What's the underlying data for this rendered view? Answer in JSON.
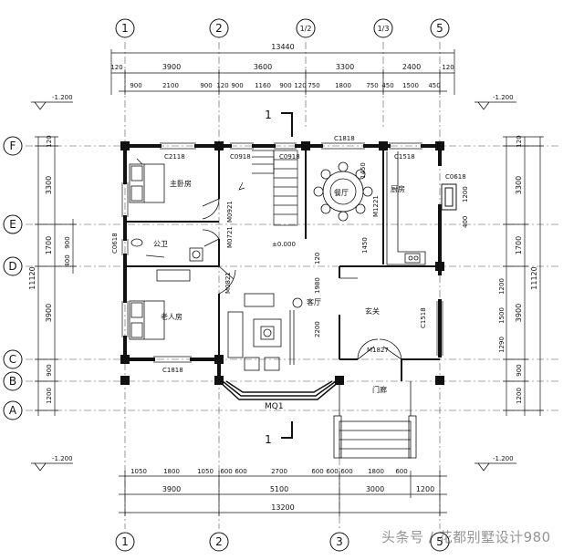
{
  "grid_top": [
    "1",
    "2",
    "1/2",
    "1/3",
    "5"
  ],
  "grid_bottom": [
    "1",
    "2",
    "3",
    "5"
  ],
  "grid_left": [
    "F",
    "E",
    "D",
    "C",
    "B",
    "A"
  ],
  "dims_top_total": "13440",
  "dims_top_main": [
    "120",
    "3900",
    "3600",
    "3300",
    "2400",
    "120"
  ],
  "dims_top_detail": [
    "900",
    "2100",
    "900",
    "120",
    "900",
    "1160",
    "900",
    "120",
    "750",
    "1800",
    "750",
    "450",
    "1500",
    "450"
  ],
  "dims_bottom_detail": [
    "1050",
    "1800",
    "1050",
    "600",
    "600",
    "2700",
    "600",
    "600",
    "600",
    "1800",
    "600"
  ],
  "dims_bottom_main": [
    "3900",
    "5100",
    "3000",
    "1200"
  ],
  "dims_bottom_total": "13200",
  "dims_left": [
    "120",
    "3300",
    "1700",
    "900",
    "400",
    "3900",
    "900",
    "1200"
  ],
  "dims_left_total": "11120",
  "dims_right": [
    "120",
    "3300",
    "400",
    "1200",
    "1700",
    "1200",
    "1500",
    "1290",
    "900",
    "1200"
  ],
  "dims_right_total": "11120",
  "level_left": "-1.200",
  "level_right": "-1.200",
  "level_bl": "-1.200",
  "level_br": "-1.200",
  "level_center": "±0.000",
  "section_mark": "1",
  "rooms": {
    "bedroom_top": "主卧房",
    "dining": "餐厅",
    "kitchen": "厨房",
    "toilet": "公卫",
    "elder_bedroom": "老人房",
    "living": "客厅",
    "foyer": "玄关",
    "porch": "门廊"
  },
  "openings": {
    "c2118": "C2118",
    "c0918_a": "C0918",
    "c0918_b": "C0918",
    "c1818_top": "C1818",
    "c1518_top": "C1518",
    "c0618": "C0618",
    "m0921_a": "M0921",
    "m0721": "M0721",
    "m0821": "M0821",
    "m1827": "M1827",
    "c1518_side": "C1518",
    "c1818_bot": "C1818",
    "mq1": "MQ1",
    "m1221": "M1221",
    "c0618_k": "C0618"
  },
  "dim_inner": [
    "1450",
    "1450",
    "1980",
    "2200",
    "120"
  ],
  "watermark": "头条号 / 花都别墅设计980"
}
